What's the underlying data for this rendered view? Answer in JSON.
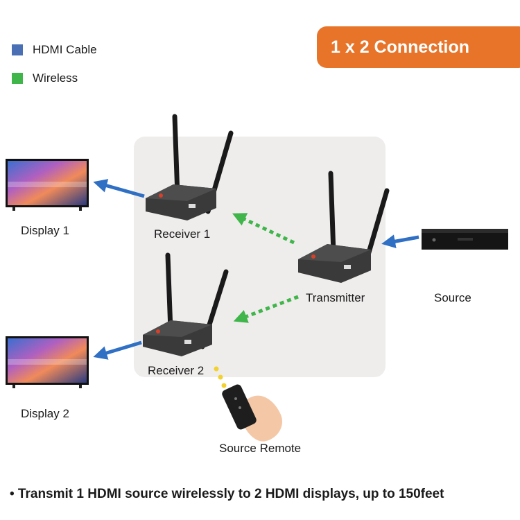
{
  "legend": [
    {
      "label": "HDMI Cable",
      "color": "#4a6fb5"
    },
    {
      "label": "Wireless",
      "color": "#3fb54a"
    }
  ],
  "title": "1 x 2 Connection",
  "labels": {
    "display1": "Display 1",
    "display2": "Display 2",
    "receiver1": "Receiver 1",
    "receiver2": "Receiver 2",
    "transmitter": "Transmitter",
    "source": "Source",
    "remote": "Source Remote"
  },
  "footer": "• Transmit 1 HDMI source wirelessly to 2 HDMI displays, up to 150feet",
  "colors": {
    "accent": "#e8742a",
    "cable_arrow": "#2f6fc4",
    "wireless_arrow": "#3fb54a",
    "ir_dots": "#f2d22e",
    "panel": "#efedec"
  }
}
